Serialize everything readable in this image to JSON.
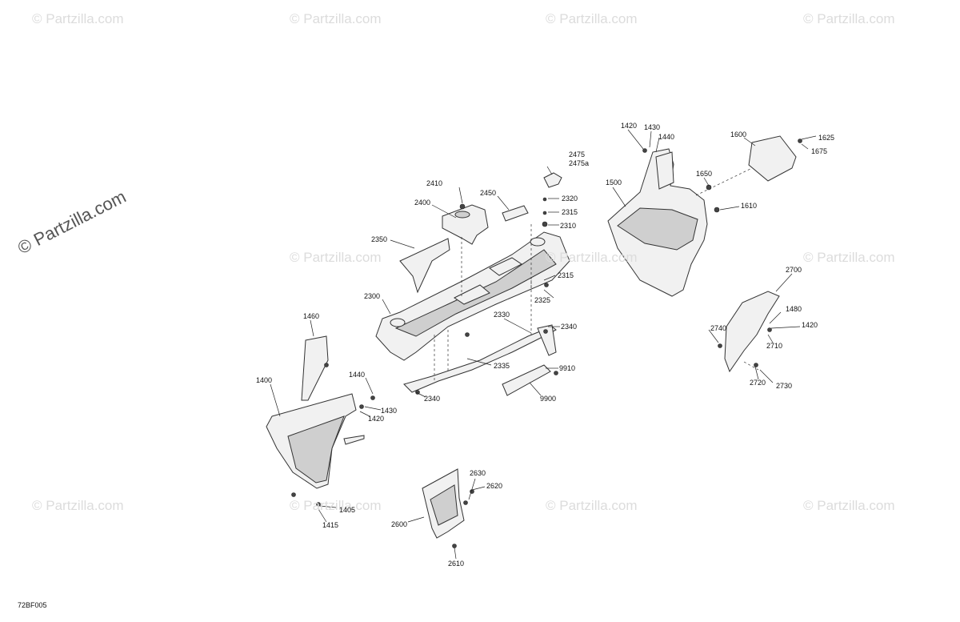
{
  "watermark": {
    "brand": "© Partzilla.com",
    "small": "© Partzilla.com"
  },
  "diagram_code": "72BF005",
  "callouts": {
    "c1400": "1400",
    "c1405": "1405",
    "c1415": "1415",
    "c1420a": "1420",
    "c1420b": "1420",
    "c1420c": "1420",
    "c1430a": "1430",
    "c1430b": "1430",
    "c1440a": "1440",
    "c1440b": "1440",
    "c1460": "1460",
    "c1480": "1480",
    "c1500": "1500",
    "c1600": "1600",
    "c1610": "1610",
    "c1625": "1625",
    "c1650": "1650",
    "c1675": "1675",
    "c2300": "2300",
    "c2310": "2310",
    "c2315a": "2315",
    "c2315b": "2315",
    "c2320": "2320",
    "c2325": "2325",
    "c2330": "2330",
    "c2335": "2335",
    "c2340a": "2340",
    "c2340b": "2340",
    "c2350": "2350",
    "c2400": "2400",
    "c2410": "2410",
    "c2450": "2450",
    "c2475": "2475",
    "c2475a": "2475a",
    "c2600": "2600",
    "c2610": "2610",
    "c2620": "2620",
    "c2630": "2630",
    "c2700": "2700",
    "c2710": "2710",
    "c2720": "2720",
    "c2730": "2730",
    "c2740": "2740",
    "c9900": "9900",
    "c9910": "9910"
  },
  "icons": {
    "fastener": "bolt-icon",
    "parts": "panel-illustration"
  }
}
